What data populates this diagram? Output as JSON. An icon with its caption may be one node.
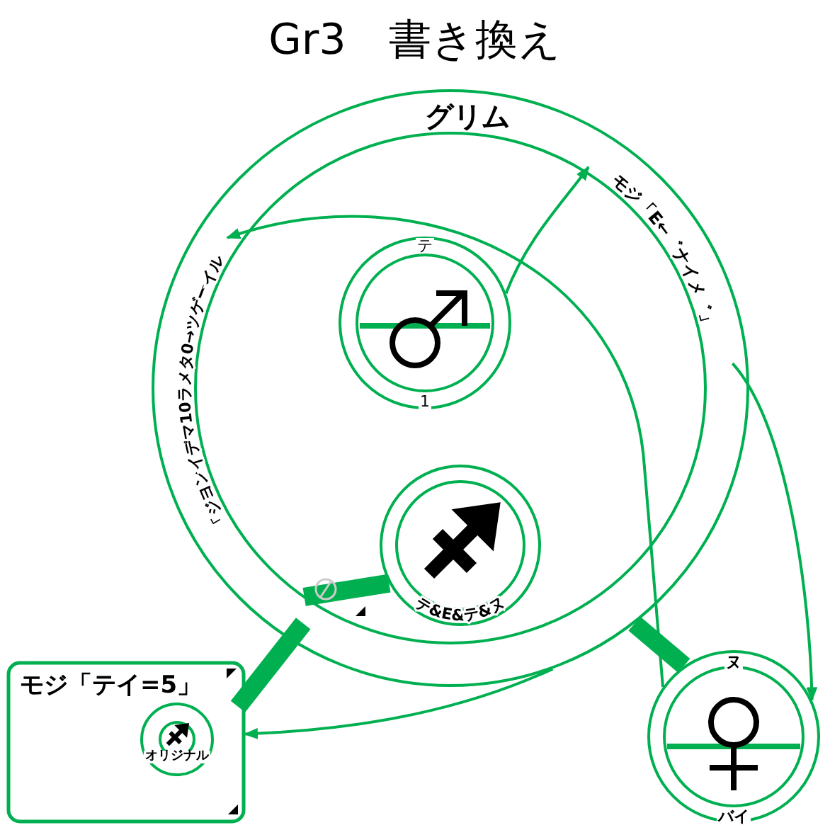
{
  "diagram": {
    "title": "Gr3　書き換え",
    "nodes": [
      {
        "text": [
          "グリム"
        ]
      },
      {
        "text": [
          "モジ「E←゛ナイメ゛」"
        ],
        "in": 0
      },
      {
        "text": [
          "「ジヨンイデマ10ラメタ0→ツゲーイル"
        ],
        "in": 0
      },
      {
        "text": [
          "テ",
          "1"
        ],
        "in": 0
      },
      {
        "text": [
          "テ&E&テ&ヌ"
        ],
        "in": 0
      },
      {
        "text": [
          "ヌ",
          "バイ"
        ]
      },
      {
        "text": [
          "モジ「テイ=5」"
        ]
      },
      {
        "text": [
          "オリジナル"
        ],
        "in": 6
      }
    ],
    "edges": [
      {
        "from": 3,
        "to": 1,
        "arrow": "to"
      },
      {
        "from": 5,
        "to": 2,
        "arrow": "to"
      },
      {
        "from": 1,
        "to": 5,
        "arrow": "to"
      },
      {
        "from": 0,
        "to": 6,
        "arrow": "to"
      },
      {
        "from": 4,
        "to": 0,
        "arrow": "none",
        "style": "thick"
      },
      {
        "from": 0,
        "to": 6,
        "arrow": "none",
        "style": "thick"
      },
      {
        "from": 0,
        "to": 5,
        "arrow": "none",
        "style": "thick"
      }
    ]
  }
}
